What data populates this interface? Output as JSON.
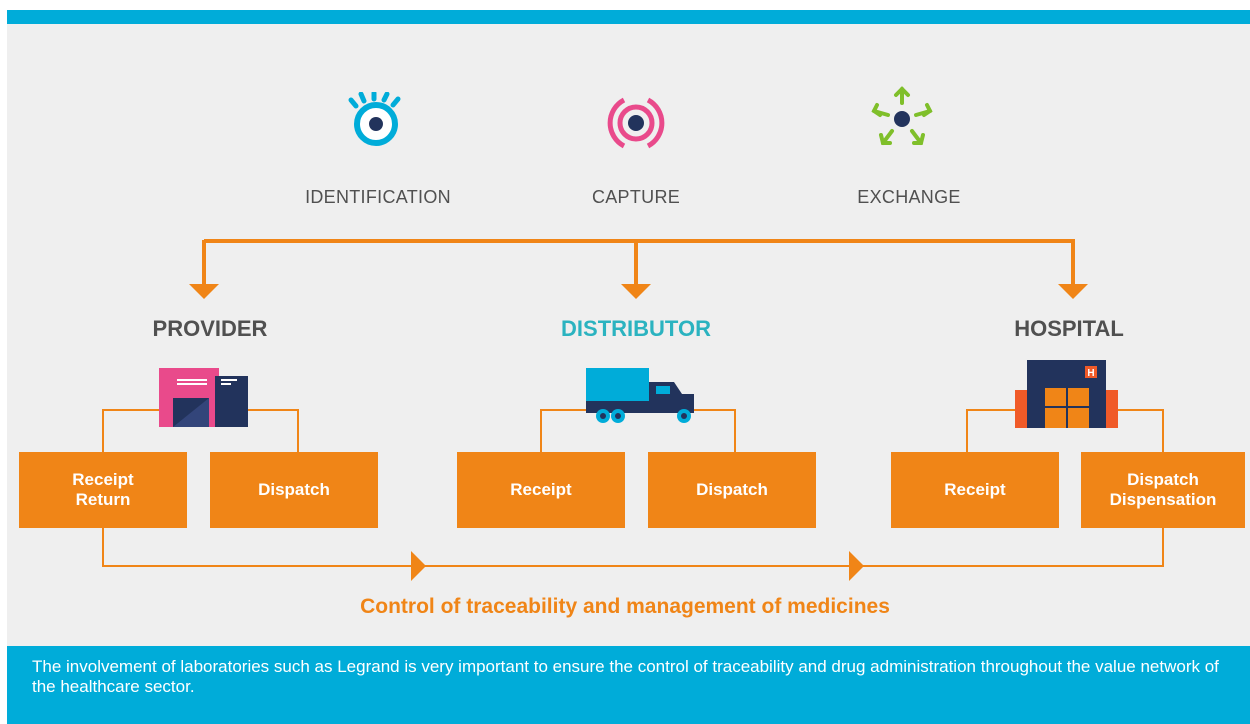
{
  "icons": [
    {
      "name": "eye-icon",
      "label": "IDENTIFICATION"
    },
    {
      "name": "signal-icon",
      "label": "CAPTURE"
    },
    {
      "name": "exchange-icon",
      "label": "EXCHANGE"
    }
  ],
  "entities": {
    "provider": {
      "title": "PROVIDER",
      "boxes": [
        "Receipt\nReturn",
        "Dispatch"
      ]
    },
    "distributor": {
      "title": "DISTRIBUTOR",
      "boxes": [
        "Receipt",
        "Dispatch"
      ]
    },
    "hospital": {
      "title": "HOSPITAL",
      "boxes": [
        "Receipt",
        "Dispatch\nDispensation"
      ]
    }
  },
  "summary": "Control of traceability and management of medicines",
  "footer": "The involvement of laboratories such as Legrand is very important to ensure the control of traceability and drug administration throughout the value network of the healthcare sector.",
  "colors": {
    "orange": "#f08517",
    "blue": "#00acd9",
    "navy": "#22335c",
    "teal": "#2bb3c0",
    "gray": "#505050"
  }
}
